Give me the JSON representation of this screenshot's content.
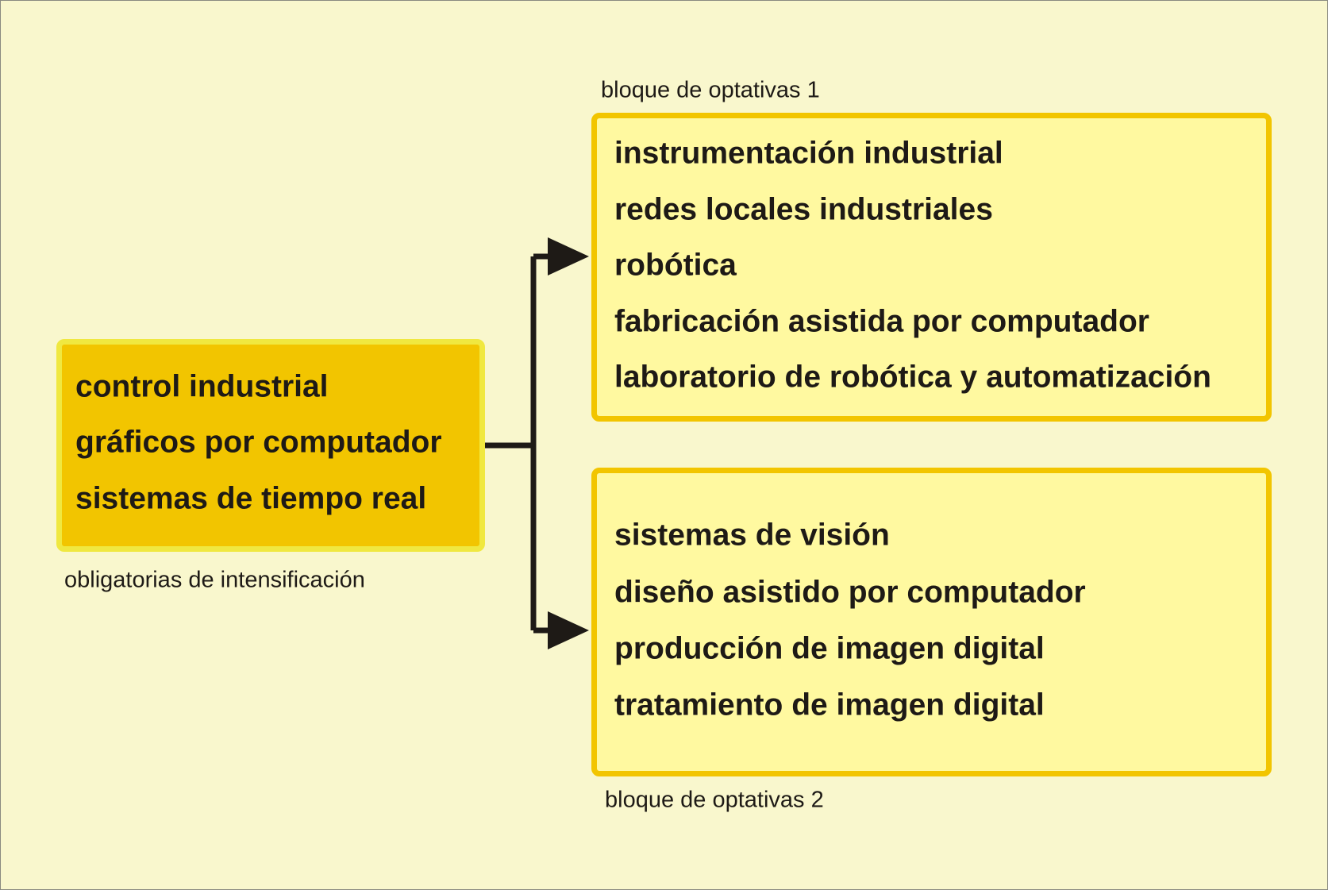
{
  "required": {
    "label": "obligatorias de intensificación",
    "items": [
      "control industrial",
      "gráficos por computador",
      "sistemas de tiempo real"
    ]
  },
  "block1": {
    "label": "bloque de optativas 1",
    "items": [
      "instrumentación industrial",
      "redes locales industriales",
      "robótica",
      "fabricación asistida por computador",
      "laboratorio de robótica y automatización"
    ]
  },
  "block2": {
    "label": "bloque de optativas 2",
    "items": [
      "sistemas de visión",
      "diseño asistido por computador",
      "producción de imagen digital",
      "tratamiento de imagen digital"
    ]
  },
  "colors": {
    "background": "#f9f7cd",
    "required_fill": "#f2c500",
    "optional_fill": "#fff9a0",
    "border": "#f2c500",
    "connector": "#1e1a16"
  }
}
